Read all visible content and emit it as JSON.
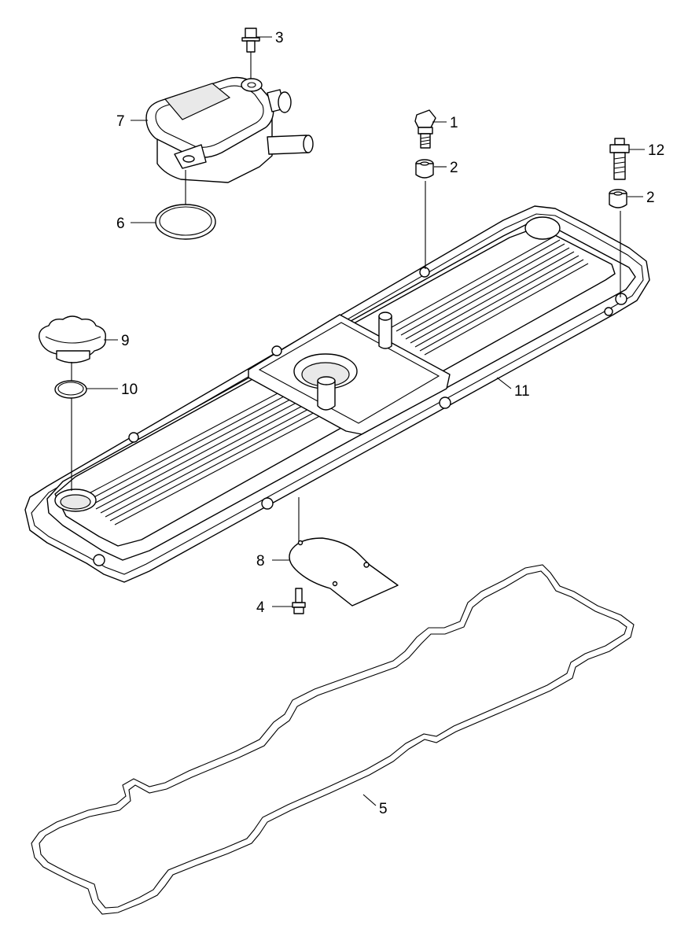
{
  "callouts": [
    {
      "id": "c1",
      "label": "1"
    },
    {
      "id": "c2a",
      "label": "2"
    },
    {
      "id": "c2b",
      "label": "2"
    },
    {
      "id": "c3",
      "label": "3"
    },
    {
      "id": "c4",
      "label": "4"
    },
    {
      "id": "c5",
      "label": "5"
    },
    {
      "id": "c6",
      "label": "6"
    },
    {
      "id": "c7",
      "label": "7"
    },
    {
      "id": "c8",
      "label": "8"
    },
    {
      "id": "c9",
      "label": "9"
    },
    {
      "id": "c10",
      "label": "10"
    },
    {
      "id": "c11",
      "label": "11"
    },
    {
      "id": "c12",
      "label": "12"
    }
  ]
}
